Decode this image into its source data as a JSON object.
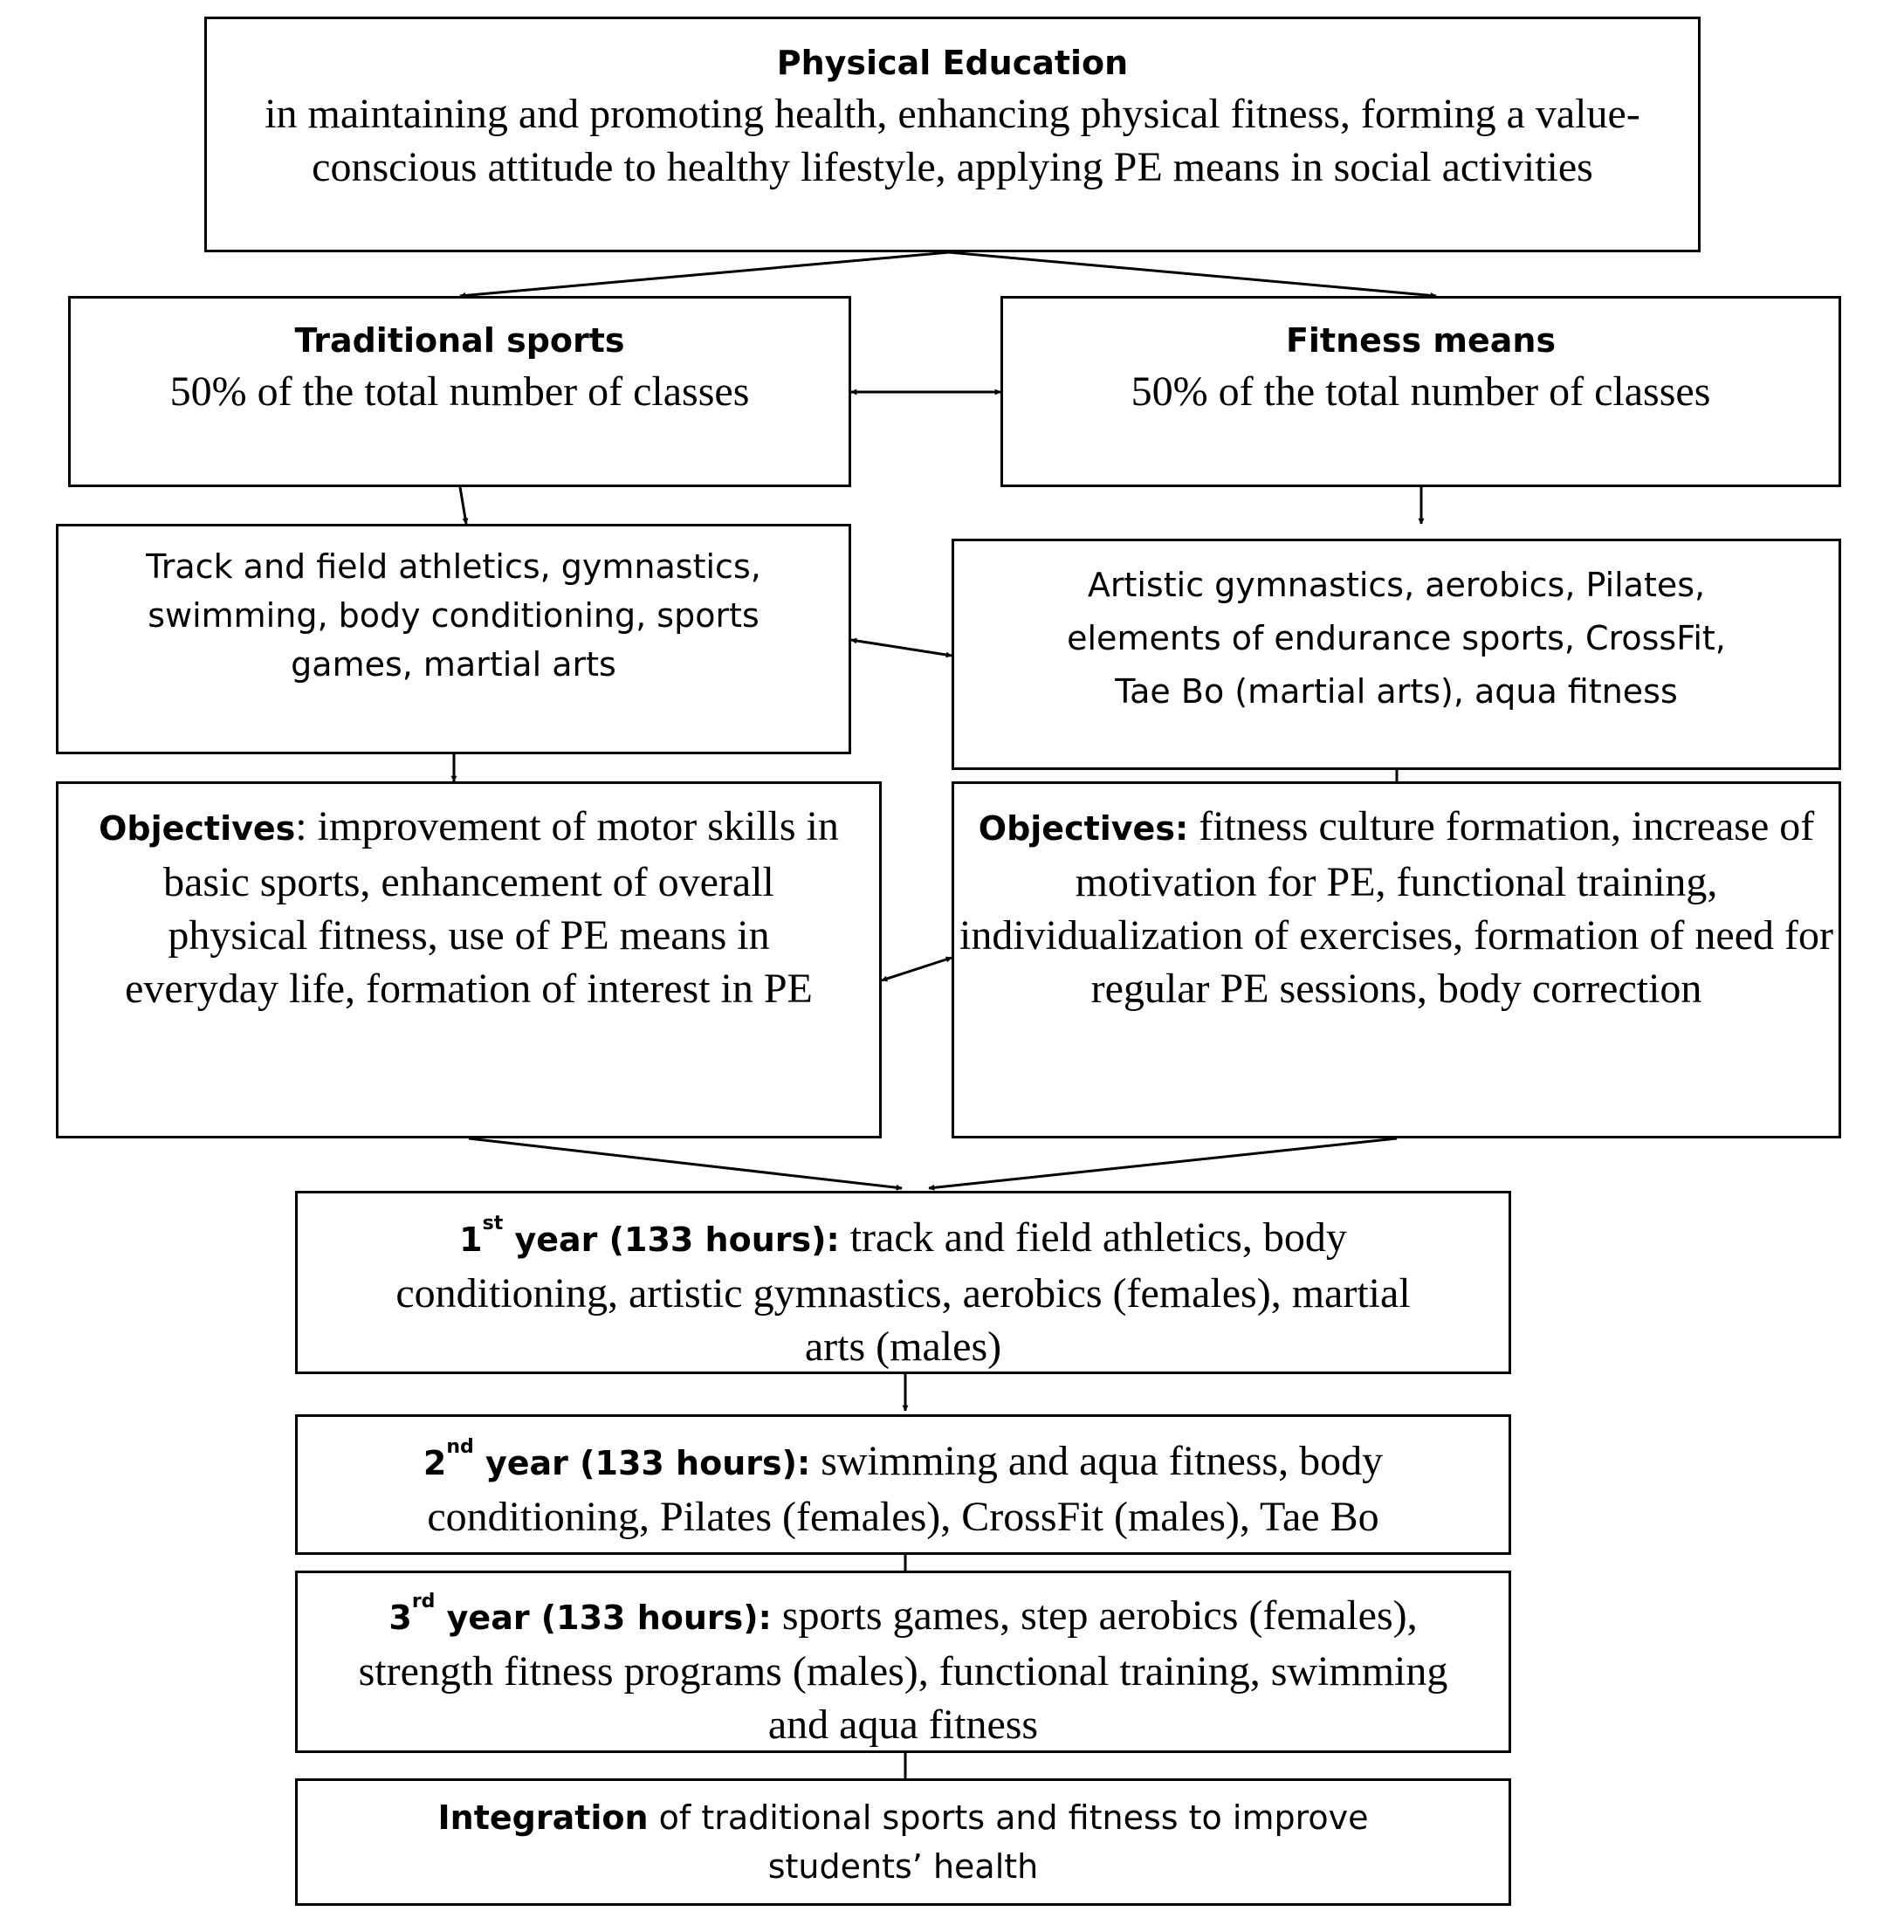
{
  "top": {
    "title": "Physical Education",
    "text": "in maintaining and promoting health, enhancing physical fitness, forming a value-conscious attitude to healthy lifestyle, applying PE means in social activities"
  },
  "traditional": {
    "title": "Traditional sports",
    "share": "50% of the total number of classes",
    "activities": "Track and field athletics, gymnastics, swimming, body conditioning, sports games, martial arts",
    "objectives_label": "Objectives",
    "objectives_text": ": improvement of motor skills in basic sports, enhancement of overall physical fitness, use of PE means in everyday life, formation of interest in PE"
  },
  "fitness": {
    "title": "Fitness means",
    "share": "50% of the total number of classes",
    "activities": "Artistic gymnastics, aerobics, Pilates, elements of endurance sports, CrossFit, Tae Bo (martial arts), aqua fitness",
    "objectives_label": "Objectives:",
    "objectives_text": " fitness culture formation, increase of motivation for PE, functional training, individualization of exercises, formation of need for regular PE sessions, body correction"
  },
  "years": [
    {
      "num": "1",
      "sup": "st",
      "label": " year (133 hours):",
      "text": " track and field athletics, body conditioning, artistic gymnastics, aerobics (females), martial arts (males)"
    },
    {
      "num": "2",
      "sup": "nd",
      "label": " year (133 hours):",
      "text": " swimming and aqua fitness, body conditioning, Pilates (females), CrossFit (males), Tae Bo"
    },
    {
      "num": "3",
      "sup": "rd",
      "label": " year (133 hours):",
      "text": " sports games, step aerobics (females), strength fitness programs (males), functional training, swimming and aqua fitness"
    }
  ],
  "integration": {
    "label": "Integration",
    "text": " of traditional sports and fitness to improve students’ health"
  }
}
